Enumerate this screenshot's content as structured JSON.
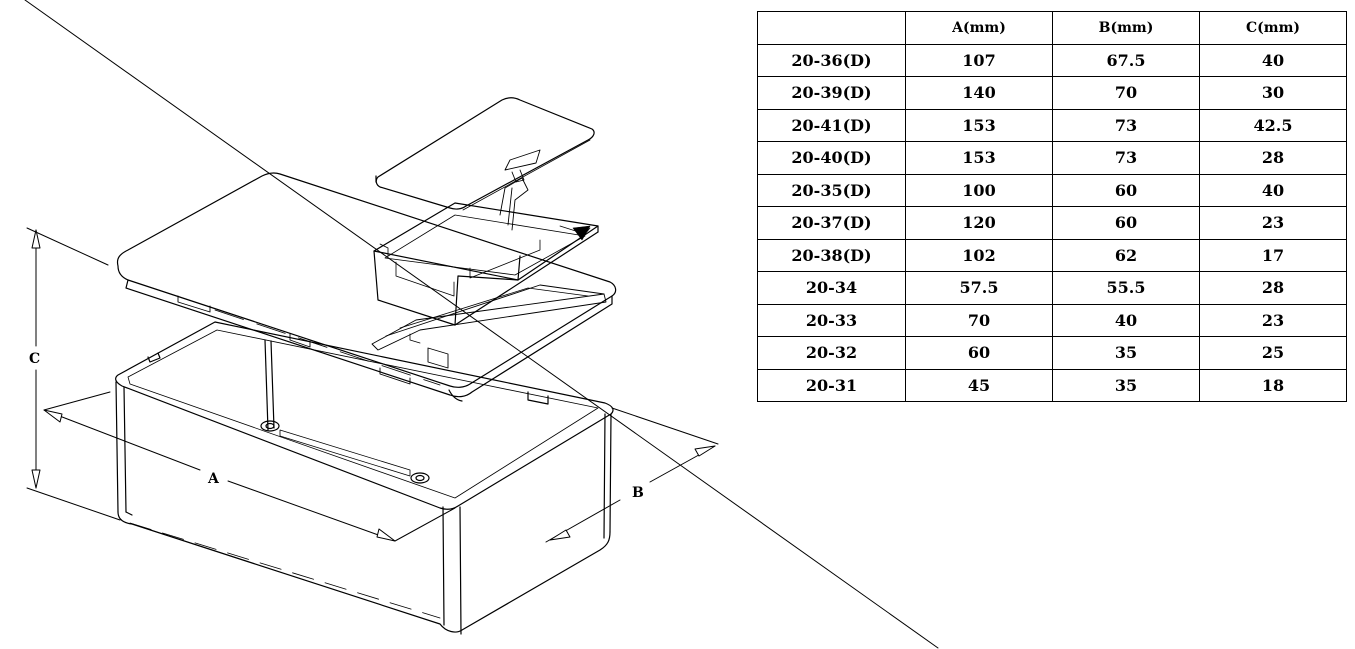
{
  "diagram": {
    "dimension_labels": {
      "a": "A",
      "b": "B",
      "c": "C"
    }
  },
  "table": {
    "headers": [
      "",
      "A(mm)",
      "B(mm)",
      "C(mm)"
    ],
    "rows": [
      {
        "model": "20-36(D)",
        "a": "107",
        "b": "67.5",
        "c": "40"
      },
      {
        "model": "20-39(D)",
        "a": "140",
        "b": "70",
        "c": "30"
      },
      {
        "model": "20-41(D)",
        "a": "153",
        "b": "73",
        "c": "42.5"
      },
      {
        "model": "20-40(D)",
        "a": "153",
        "b": "73",
        "c": "28"
      },
      {
        "model": "20-35(D)",
        "a": "100",
        "b": "60",
        "c": "40"
      },
      {
        "model": "20-37(D)",
        "a": "120",
        "b": "60",
        "c": "23"
      },
      {
        "model": "20-38(D)",
        "a": "102",
        "b": "62",
        "c": "17"
      },
      {
        "model": "20-34",
        "a": "57.5",
        "b": "55.5",
        "c": "28"
      },
      {
        "model": "20-33",
        "a": "70",
        "b": "40",
        "c": "23"
      },
      {
        "model": "20-32",
        "a": "60",
        "b": "35",
        "c": "25"
      },
      {
        "model": "20-31",
        "a": "45",
        "b": "35",
        "c": "18"
      }
    ]
  }
}
